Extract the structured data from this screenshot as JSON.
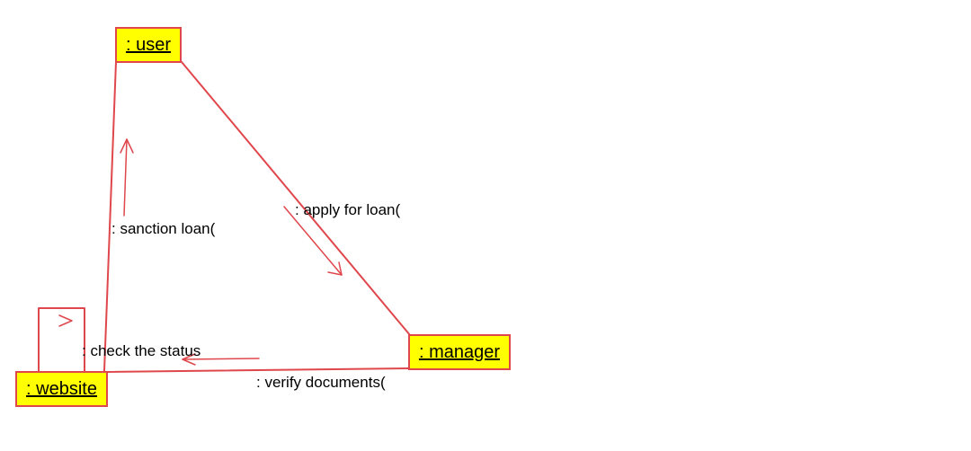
{
  "colors": {
    "object_fill": "#ffff00",
    "object_border": "#e0474c",
    "link_line": "#e0474c",
    "arrow": "#e0474c",
    "text": "#000000",
    "background": "#ffffff"
  },
  "objects": {
    "user": ": user",
    "manager": ": manager",
    "website": ": website"
  },
  "messages": {
    "apply_for_loan": ": apply for loan(",
    "sanction_loan": ": sanction loan(",
    "check_the_status": ": check the status",
    "verify_documents": ": verify documents("
  }
}
